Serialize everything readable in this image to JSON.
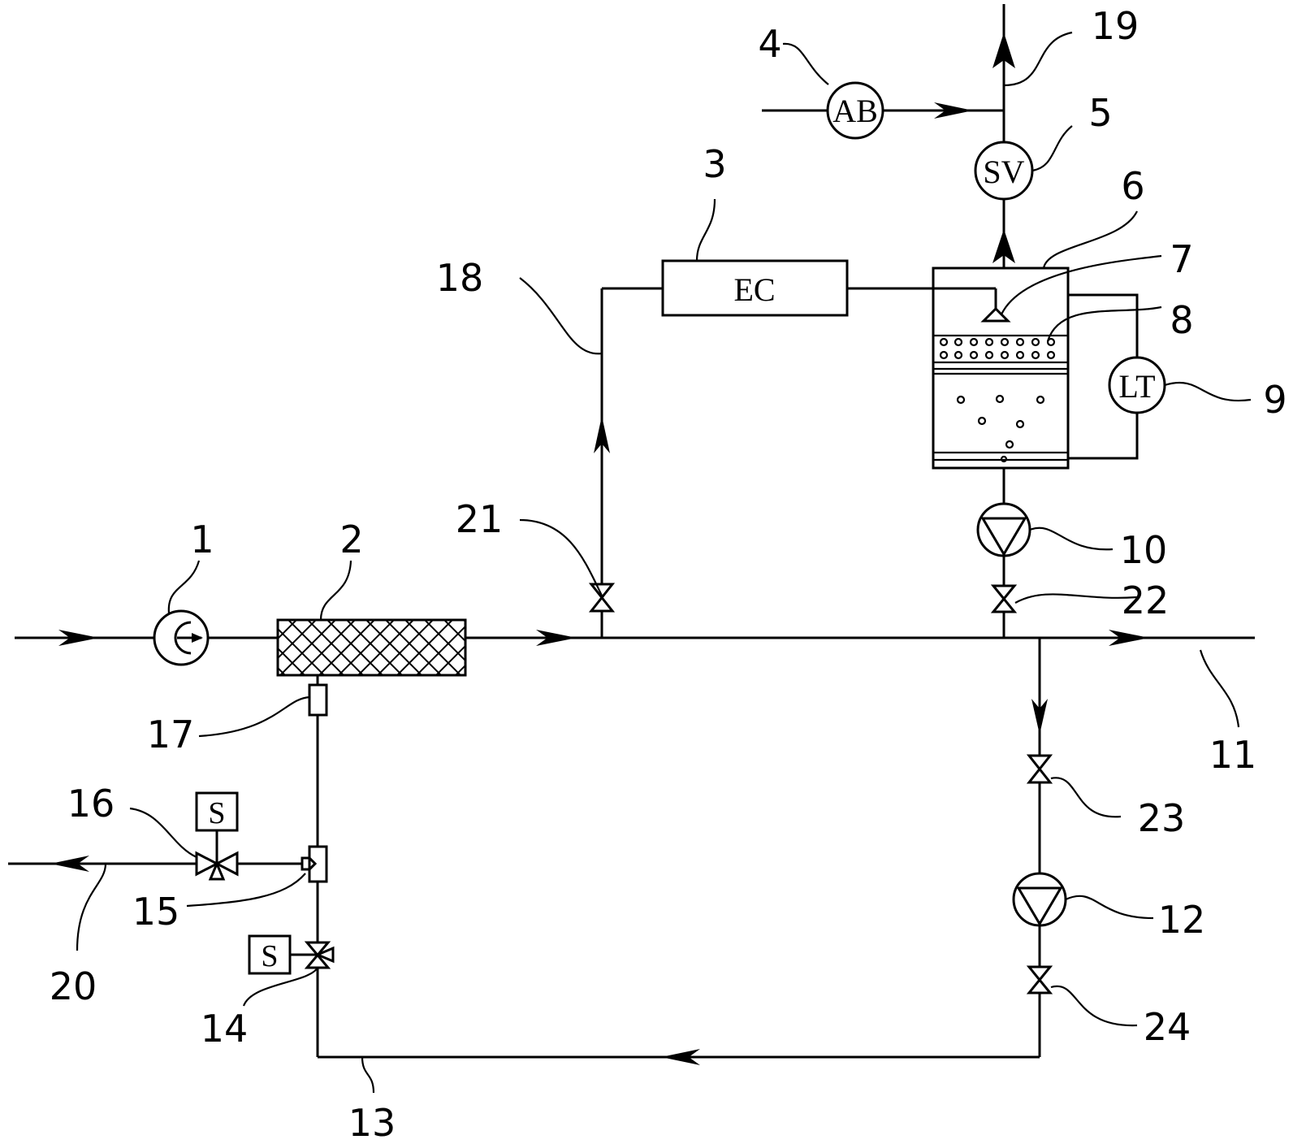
{
  "diagram": {
    "labels": {
      "n1": "1",
      "n2": "2",
      "n3": "3",
      "n4": "4",
      "n5": "5",
      "n6": "6",
      "n7": "7",
      "n8": "8",
      "n9": "9",
      "n10": "10",
      "n11": "11",
      "n12": "12",
      "n13": "13",
      "n14": "14",
      "n15": "15",
      "n16": "16",
      "n17": "17",
      "n18": "18",
      "n19": "19",
      "n20": "20",
      "n21": "21",
      "n22": "22",
      "n23": "23",
      "n24": "24"
    },
    "symbols": {
      "ec": "EC",
      "ab": "AB",
      "sv": "SV",
      "lt": "LT",
      "s_valve_16": "S",
      "s_valve_14": "S"
    }
  }
}
